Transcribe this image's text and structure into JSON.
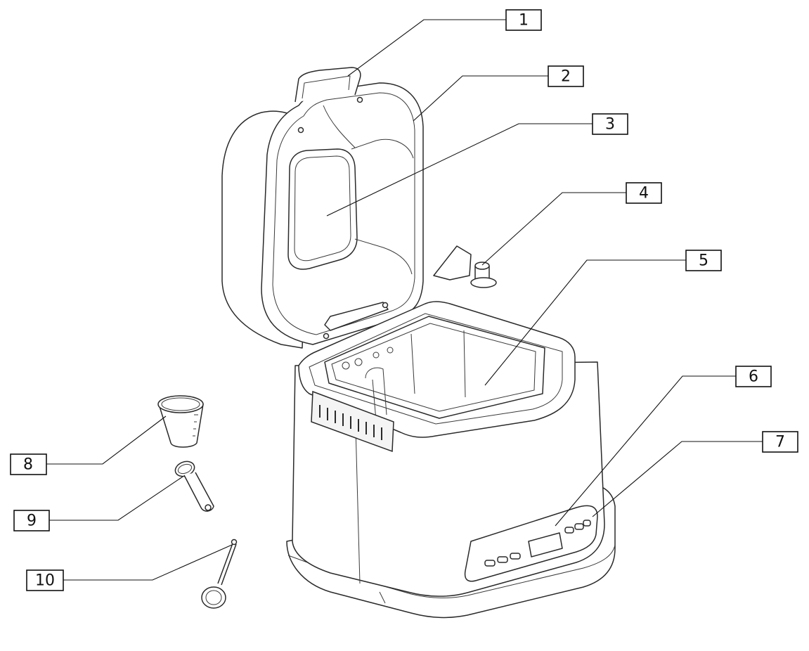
{
  "callouts": [
    {
      "number": "1"
    },
    {
      "number": "2"
    },
    {
      "number": "3"
    },
    {
      "number": "4"
    },
    {
      "number": "5"
    },
    {
      "number": "6"
    },
    {
      "number": "7"
    },
    {
      "number": "8"
    },
    {
      "number": "9"
    },
    {
      "number": "10"
    }
  ]
}
